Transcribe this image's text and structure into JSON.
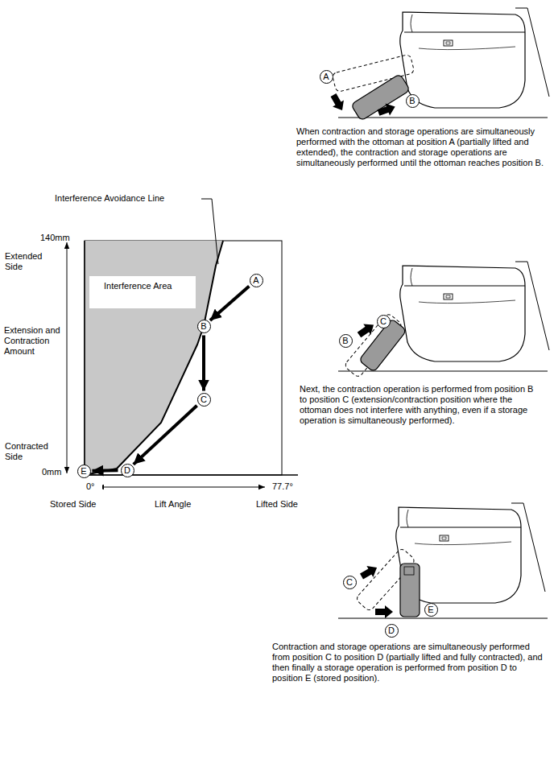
{
  "diagram": {
    "nodes": [
      {
        "text": [
          "A"
        ]
      },
      {
        "text": [
          "B"
        ]
      },
      {
        "text": [
          "Interference Area"
        ]
      },
      {
        "text": [
          "A"
        ]
      },
      {
        "text": [
          "B"
        ]
      },
      {
        "text": [
          "B"
        ]
      },
      {
        "text": [
          "C"
        ]
      },
      {
        "text": [
          "C"
        ]
      },
      {
        "text": [
          "D"
        ]
      },
      {
        "text": [
          "E"
        ]
      },
      {
        "text": [
          "C"
        ]
      },
      {
        "text": [
          "E"
        ]
      },
      {
        "text": [
          "D"
        ]
      }
    ],
    "edges": [
      {
        "from": 3,
        "to": 4,
        "arrow": "to"
      },
      {
        "from": 4,
        "to": 7,
        "arrow": "to"
      },
      {
        "from": 7,
        "to": 8,
        "arrow": "to"
      },
      {
        "from": 8,
        "to": 9,
        "arrow": "to"
      }
    ],
    "labels": [
      "When contraction and storage operations are simultaneously performed with the ottoman at position A (partially lifted and extended), the contraction and storage operations are simultaneously performed until the ottoman reaches position B.",
      "Interference Avoidance Line",
      "140mm",
      "Extended Side",
      "Extension and Contraction Amount",
      "Contracted Side",
      "0mm",
      "0°",
      "77.7°",
      "Stored Side",
      "Lift Angle",
      "Lifted Side",
      "Next, the contraction operation is performed from position B to position C (extension/contraction position where the ottoman does not interfere with anything, even if a storage operation is simultaneously performed).",
      "Contraction and storage operations are simultaneously performed from position C to position D (partially lifted and fully contracted), and then finally a storage operation is performed from position D to position E (stored position)."
    ]
  }
}
